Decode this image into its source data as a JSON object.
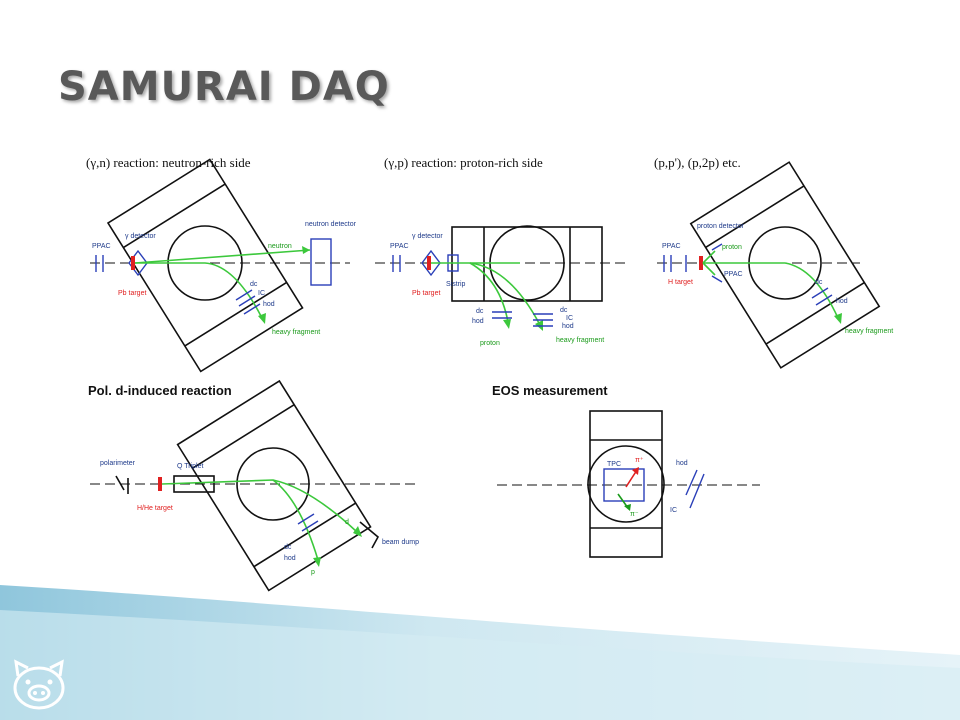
{
  "slide": {
    "title": "SAMURAI DAQ",
    "panels": {
      "gn": {
        "heading": "(γ,n) reaction: neutron-rich side",
        "labels": {
          "ppac": "PPAC",
          "gamma_detector": "γ detector",
          "pb_target": "Pb target",
          "neutron": "neutron",
          "neutron_detector": "neutron detector",
          "dc": "dc",
          "ic": "IC",
          "hod": "hod",
          "heavy_fragment": "heavy fragment"
        }
      },
      "gp": {
        "heading": "(γ,p) reaction: proton-rich side",
        "labels": {
          "ppac": "PPAC",
          "gamma_detector": "γ detector",
          "pb_target": "Pb target",
          "sistrip": "Sistrip",
          "dc_left": "dc",
          "hod_left": "hod",
          "proton": "proton",
          "dc_right": "dc",
          "ic": "IC",
          "hod_right": "hod",
          "heavy_fragment": "heavy fragment"
        }
      },
      "pp": {
        "heading": "(p,p'), (p,2p) etc.",
        "labels": {
          "ppac": "PPAC",
          "proton_detector": "proton detector",
          "proton": "proton",
          "ppac2": "PPAC",
          "h_target": "H target",
          "dc": "dc",
          "hod": "hod",
          "heavy_fragment": "heavy fragment"
        }
      },
      "pd": {
        "heading": "Pol. d-induced reaction",
        "labels": {
          "polarimeter": "polarimeter",
          "q_triplet": "Q Triplet",
          "target": "H/He target",
          "d": "d",
          "beam_dump": "beam dump",
          "dc": "dc",
          "hod": "hod",
          "p": "p"
        }
      },
      "eos": {
        "heading": "EOS measurement",
        "labels": {
          "tpc": "TPC",
          "pi_plus": "π⁺",
          "pi_minus": "π⁻",
          "hod": "hod",
          "ic": "IC"
        }
      }
    }
  },
  "colors": {
    "title": "#595959",
    "detector_blue": "#2a3fb8",
    "track_green": "#3cc83c",
    "target_red": "#e02020",
    "band_light": "#d8eef5",
    "band_dark": "#8fc6dc"
  },
  "icons": {
    "logo": "pig-face-icon"
  }
}
